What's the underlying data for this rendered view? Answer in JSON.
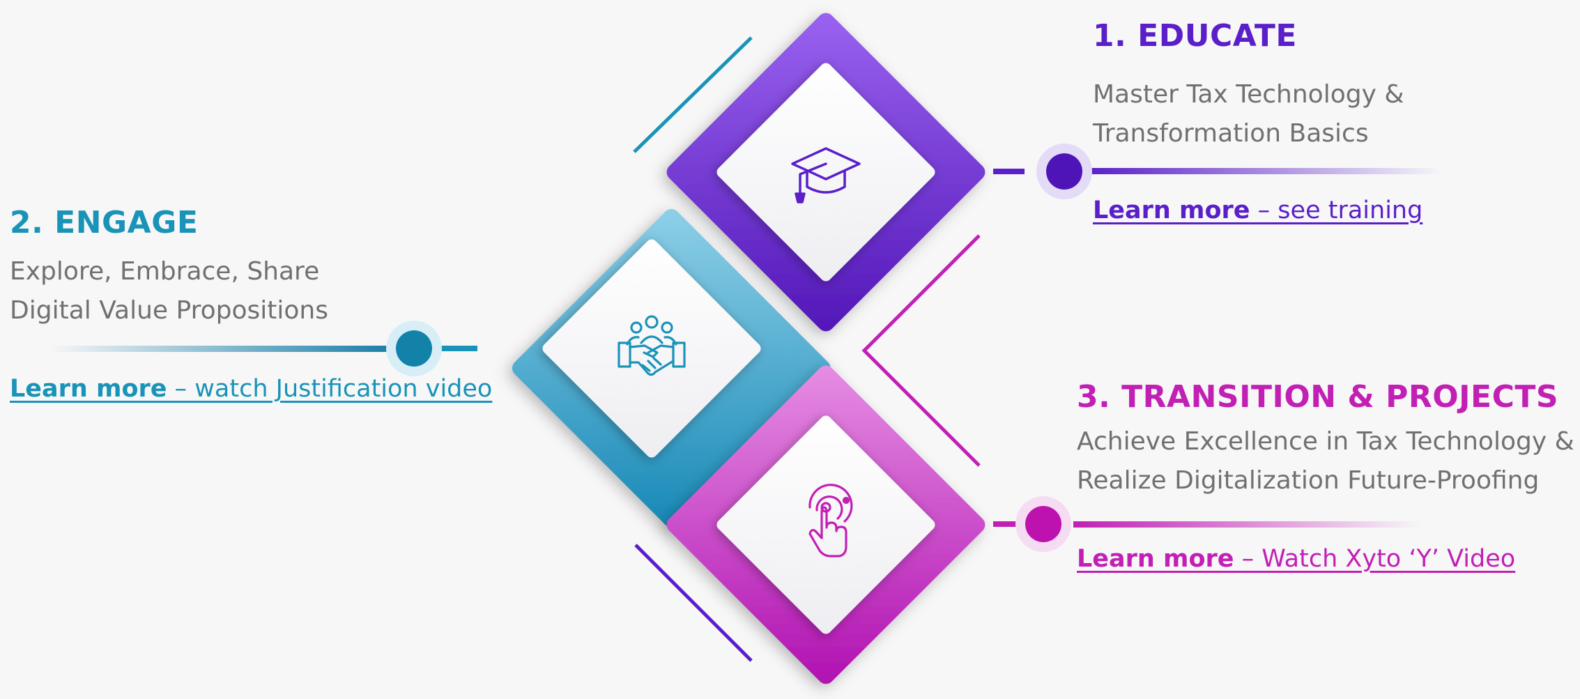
{
  "colors": {
    "educate": "#5a1fc8",
    "engage": "#1a93b8",
    "transition": "#c21fb4",
    "background": "#f7f7f8",
    "desc_text": "#707070"
  },
  "steps": {
    "educate": {
      "title": "1. EDUCATE",
      "desc_line1": "Master Tax Technology &",
      "desc_line2": "Transformation Basics",
      "link_bold": "Learn more",
      "link_rest": " – see training",
      "icon": "graduation-cap-icon"
    },
    "engage": {
      "title": "2. ENGAGE",
      "desc_line1": "Explore, Embrace, Share",
      "desc_line2": "Digital Value Propositions",
      "link_bold": "Learn more",
      "link_rest": " – watch Justification video",
      "icon": "handshake-team-icon"
    },
    "transition": {
      "title": "3. TRANSITION & PROJECTS",
      "desc_line1": "Achieve Excellence in Tax Technology &",
      "desc_line2": "Realize Digitalization Future-Proofing",
      "link_bold": "Learn more",
      "link_rest": " – Watch Xyto ‘Y’ Video",
      "icon": "touch-target-icon"
    }
  }
}
